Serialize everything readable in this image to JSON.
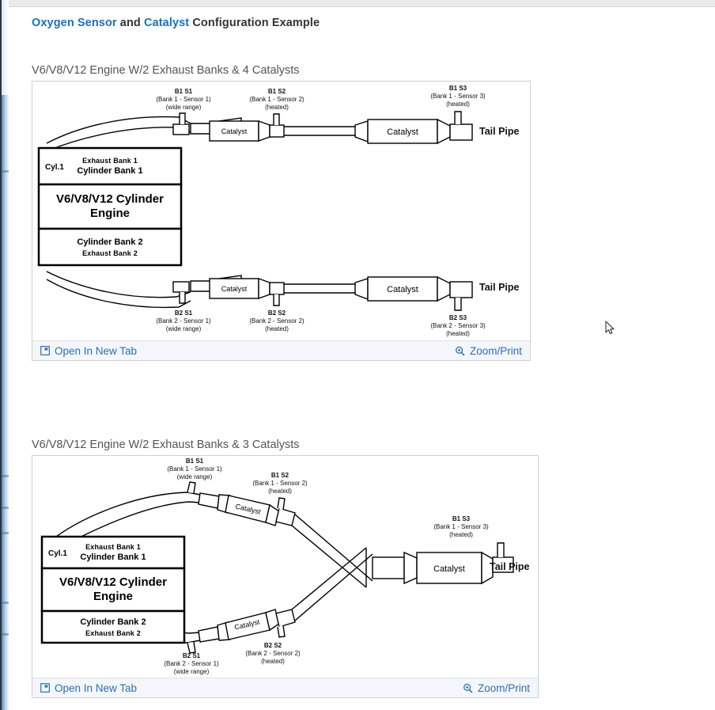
{
  "page": {
    "title_parts": {
      "link1": "Oxygen Sensor",
      "mid": " and ",
      "link2": "Catalyst",
      "tail": " Configuration Example"
    },
    "accent_color": "#1b6ec2",
    "footer_link_color": "#2f6fb5"
  },
  "figures": [
    {
      "caption": "V6/V8/V12 Engine W/2 Exhaust Banks & 4 Catalysts",
      "engine_box": {
        "cyl": "Cyl.1",
        "exhaust_bank_1": "Exhaust Bank 1",
        "cylinder_bank_1": "Cylinder Bank 1",
        "engine_line1": "V6/V8/V12 Cylinder",
        "engine_line2": "Engine",
        "cylinder_bank_2": "Cylinder Bank 2",
        "exhaust_bank_2": "Exhaust Bank 2"
      },
      "catalyst_label": "Catalyst",
      "tail_pipe_label": "Tail Pipe",
      "sensors": [
        {
          "code": "B1 S1",
          "bank": "(Bank 1 - Sensor 1)",
          "type": "(wide range)"
        },
        {
          "code": "B1 S2",
          "bank": "(Bank 1 - Sensor 2)",
          "type": "(heated)"
        },
        {
          "code": "B1 S3",
          "bank": "(Bank 1 - Sensor 3)",
          "type": "(heated)"
        },
        {
          "code": "B2 S1",
          "bank": "(Bank 2 - Sensor 1)",
          "type": "(wide range)"
        },
        {
          "code": "B2 S2",
          "bank": "(Bank 2 - Sensor 2)",
          "type": "(heated)"
        },
        {
          "code": "B2 S3",
          "bank": "(Bank 2 - Sensor 3)",
          "type": "(heated)"
        }
      ],
      "footer": {
        "open_new_tab": "Open In New Tab",
        "zoom_print": "Zoom/Print"
      }
    },
    {
      "caption": "V6/V8/V12 Engine W/2 Exhaust Banks & 3 Catalysts",
      "engine_box": {
        "cyl": "Cyl.1",
        "exhaust_bank_1": "Exhaust Bank 1",
        "cylinder_bank_1": "Cylinder Bank 1",
        "engine_line1": "V6/V8/V12 Cylinder",
        "engine_line2": "Engine",
        "cylinder_bank_2": "Cylinder Bank 2",
        "exhaust_bank_2": "Exhaust Bank 2"
      },
      "catalyst_label": "Catalyst",
      "tail_pipe_label": "Tail Pipe",
      "sensors": [
        {
          "code": "B1 S1",
          "bank": "(Bank 1 - Sensor 1)",
          "type": "(wide range)"
        },
        {
          "code": "B1 S2",
          "bank": "(Bank 1 - Sensor 2)",
          "type": "(heated)"
        },
        {
          "code": "B1 S3",
          "bank": "(Bank 1 - Sensor 3)",
          "type": "(heated)"
        },
        {
          "code": "B2 S1",
          "bank": "(Bank 2 - Sensor 1)",
          "type": "(wide range)"
        },
        {
          "code": "B2 S2",
          "bank": "(Bank 2 - Sensor 2)",
          "type": "(heated)"
        }
      ],
      "footer": {
        "open_new_tab": "Open In New Tab",
        "zoom_print": "Zoom/Print"
      }
    }
  ],
  "icons": {
    "open_new_tab": "external-window-icon",
    "zoom_print": "magnifier-plus-icon",
    "cursor": "mouse-pointer-icon"
  }
}
